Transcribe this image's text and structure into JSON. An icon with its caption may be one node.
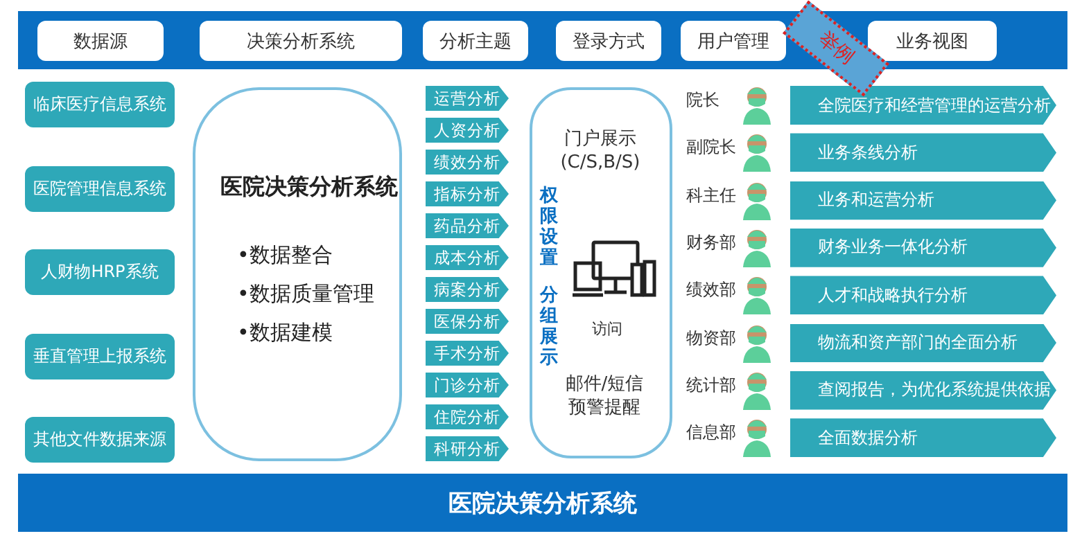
{
  "diagram": {
    "nodes": [
      {
        "text": [
          "数据源"
        ]
      },
      {
        "text": [
          "决策分析系统"
        ]
      },
      {
        "text": [
          "分析主题"
        ]
      },
      {
        "text": [
          "登录方式"
        ]
      },
      {
        "text": [
          "用户管理"
        ]
      },
      {
        "text": [
          "业务视图"
        ]
      },
      {
        "text": [
          "临床医疗信息系统"
        ]
      },
      {
        "text": [
          "医院管理信息系统"
        ]
      },
      {
        "text": [
          "人财物HRP系统"
        ]
      },
      {
        "text": [
          "垂直管理上报系统"
        ]
      },
      {
        "text": [
          "其他文件数据来源"
        ]
      },
      {
        "text": [
          "医院决策分析系统",
          "•数据整合",
          "•数据质量管理",
          "•数据建模"
        ]
      },
      {
        "text": [
          "运营分析"
        ]
      },
      {
        "text": [
          "人资分析"
        ]
      },
      {
        "text": [
          "绩效分析"
        ]
      },
      {
        "text": [
          "指标分析"
        ]
      },
      {
        "text": [
          "药品分析"
        ]
      },
      {
        "text": [
          "成本分析"
        ]
      },
      {
        "text": [
          "病案分析"
        ]
      },
      {
        "text": [
          "医保分析"
        ]
      },
      {
        "text": [
          "手术分析"
        ]
      },
      {
        "text": [
          "门诊分析"
        ]
      },
      {
        "text": [
          "住院分析"
        ]
      },
      {
        "text": [
          "科研分析"
        ]
      },
      {
        "text": [
          "门户展示(C/S,B/S)",
          "权限设置",
          "分组展示",
          "访问",
          "邮件/短信预警提醒"
        ]
      },
      {
        "text": [
          "全院医疗和经营管理的运营分析"
        ]
      },
      {
        "text": [
          "业务条线分析"
        ]
      },
      {
        "text": [
          "业务和运营分析"
        ]
      },
      {
        "text": [
          "财务业务一体化分析"
        ]
      },
      {
        "text": [
          "人才和战略执行分析"
        ]
      },
      {
        "text": [
          "物流和资产部门的全面分析"
        ]
      },
      {
        "text": [
          "查阅报告，为优化系统提供依据"
        ]
      },
      {
        "text": [
          "全面数据分析"
        ]
      },
      {
        "text": [
          "医院决策分析系统"
        ]
      }
    ],
    "labels": [
      "举例",
      "院长",
      "副院长",
      "科主任",
      "财务部",
      "绩效部",
      "物资部",
      "统计部",
      "信息部"
    ]
  }
}
